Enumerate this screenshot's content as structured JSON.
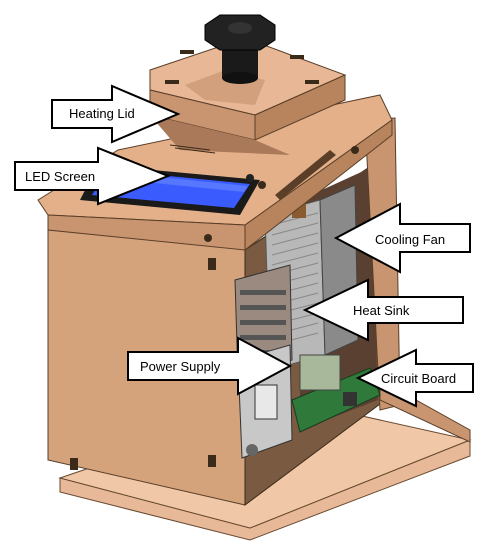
{
  "labels": {
    "heating_lid": "Heating Lid",
    "led_screen": "LED Screen",
    "cooling_fan": "Cooling Fan",
    "heat_sink": "Heat Sink",
    "power_supply": "Power Supply",
    "circuit_board": "Circuit Board"
  },
  "colors": {
    "wood": "#d9a980",
    "wood_dark": "#a9795a",
    "wood_edge": "#c08a60",
    "screen": "#3a5cff",
    "knob": "#1a1a1a",
    "pcb": "#2f7a3a",
    "metal": "#b8b8b8"
  }
}
